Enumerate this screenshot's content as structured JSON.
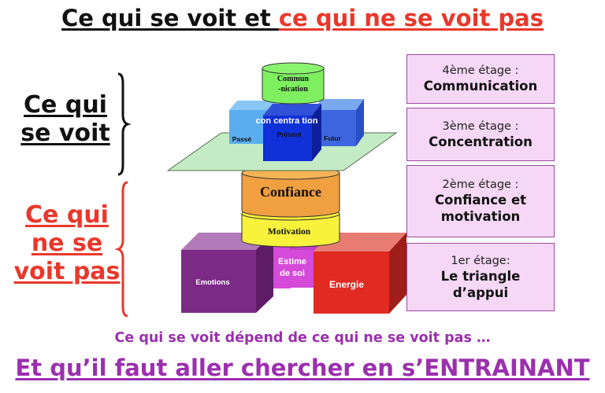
{
  "title": {
    "part1": "Ce qui se voit et ",
    "part2": "ce qui ne se voit pas",
    "color_part1": "#111111",
    "color_part2": "#e8382b"
  },
  "side_labels": {
    "visible": [
      "Ce qui",
      "se voit"
    ],
    "hidden": [
      "Ce qui",
      "ne se",
      "voit pas"
    ]
  },
  "diagram": {
    "top_cylinder": [
      "Commun",
      "-nication"
    ],
    "cube_row": {
      "banner": "con centra tion",
      "left": "Passé",
      "center": "Présent",
      "right": "Futur"
    },
    "upper_cylinder": "Confiance",
    "lower_cylinder": "Motivation",
    "base_cubes": {
      "left": "Emotions",
      "middle": [
        "Estime",
        "de soi"
      ],
      "right": "Energie"
    }
  },
  "floors": [
    {
      "num": "4ème étage :",
      "name": [
        "Communication"
      ]
    },
    {
      "num": "3ème étage :",
      "name": [
        "Concentration"
      ]
    },
    {
      "num": "2ème étage :",
      "name": [
        "Confiance et",
        "motivation"
      ]
    },
    {
      "num": "1er étage:",
      "name": [
        "Le triangle",
        "d’appui"
      ]
    }
  ],
  "caption": "Ce qui se voit dépend de ce qui ne se voit pas …",
  "footer": "Et qu’il faut aller chercher en s’ENTRAINANT",
  "colors": {
    "floor_box_bg": "#f6d7f5",
    "floor_box_border": "#9c4aa3",
    "caption": "#9b2fae",
    "red": "#e8382b"
  }
}
